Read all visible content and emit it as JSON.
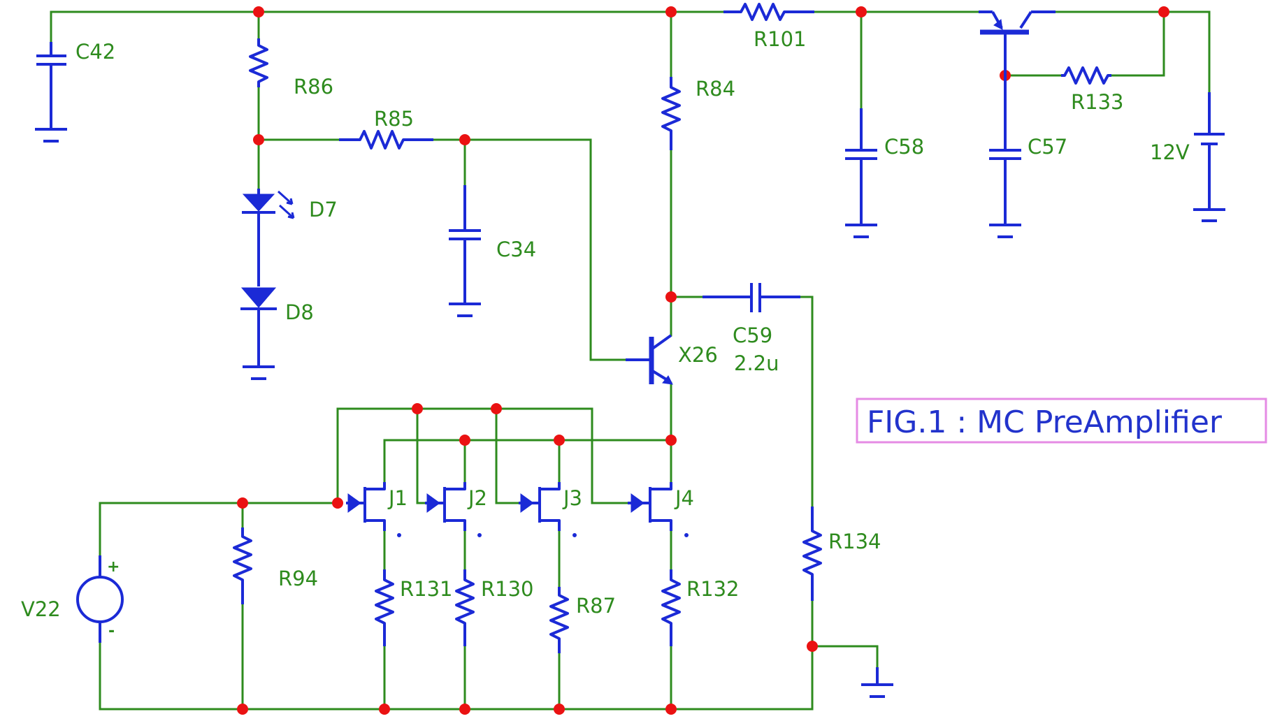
{
  "title": "FIG.1 : MC PreAmplifier",
  "colors": {
    "wire": "#2e8b1e",
    "component": "#1b2ad6",
    "junction": "#ea1212",
    "label": "#2e8b1e",
    "title_border": "#e58be4",
    "title_text": "#2233cc"
  },
  "labels": {
    "c42": "C42",
    "r86": "R86",
    "r85": "R85",
    "d7": "D7",
    "d8": "D8",
    "c34": "C34",
    "r84": "R84",
    "r101": "R101",
    "c58": "C58",
    "c57": "C57",
    "r133": "R133",
    "v12": "12V",
    "x26": "X26",
    "c59": "C59",
    "c59_value": "2.2u",
    "r134": "R134",
    "j1": "J1",
    "j2": "J2",
    "j3": "J3",
    "j4": "J4",
    "r94": "R94",
    "r131": "R131",
    "r130": "R130",
    "r87": "R87",
    "r132": "R132",
    "v22": "V22",
    "v22_plus": "+",
    "v22_minus": "-"
  }
}
